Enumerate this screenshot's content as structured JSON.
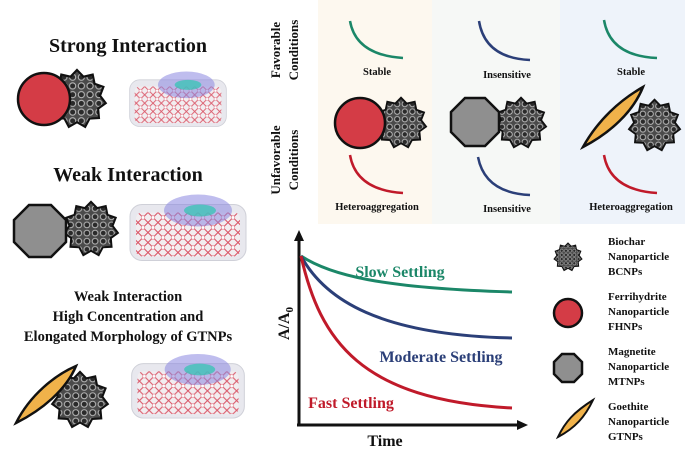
{
  "left_panel": {
    "strong_title": "Strong Interaction",
    "weak_title": "Weak Interaction",
    "goethite_caption": [
      "Weak Interaction",
      "High Concentration and",
      "Elongated Morphology of GTNPs"
    ]
  },
  "conditions_panel": {
    "favorable_label": [
      "Favorable",
      "Conditions"
    ],
    "unfavorable_label": [
      "Unfavorable",
      "Conditions"
    ],
    "columns": [
      {
        "particle": "ferrihydrite",
        "favorable": "Stable",
        "unfavorable": "Heteroaggregation"
      },
      {
        "particle": "magnetite",
        "favorable": "Insensitive",
        "unfavorable": "Insensitive"
      },
      {
        "particle": "goethite",
        "favorable": "Stable",
        "unfavorable": "Heteroaggregation"
      }
    ]
  },
  "settling_plot": {
    "ylabel_main": "A/A",
    "ylabel_sub": "0",
    "xlabel": "Time",
    "curves": [
      {
        "label": "Slow Settling",
        "color": "#1b8768"
      },
      {
        "label": "Moderate Settling",
        "color": "#2b3f78"
      },
      {
        "label": "Fast Settling",
        "color": "#c01a2a"
      }
    ]
  },
  "legend": [
    {
      "lines": [
        "Biochar",
        "Nanoparticle",
        "BCNPs"
      ]
    },
    {
      "lines": [
        "Ferrihydrite",
        "Nanoparticle",
        "FHNPs"
      ]
    },
    {
      "lines": [
        "Magnetite",
        "Nanoparticle",
        "MTNPs"
      ]
    },
    {
      "lines": [
        "Goethite",
        "Nanoparticle",
        "GTNPs"
      ]
    }
  ],
  "colors": {
    "ferrihydrite": "#d43c46",
    "magnetite": "#8f8f8f",
    "goethite": "#f0b24a",
    "biochar": "#5a5a5a"
  }
}
